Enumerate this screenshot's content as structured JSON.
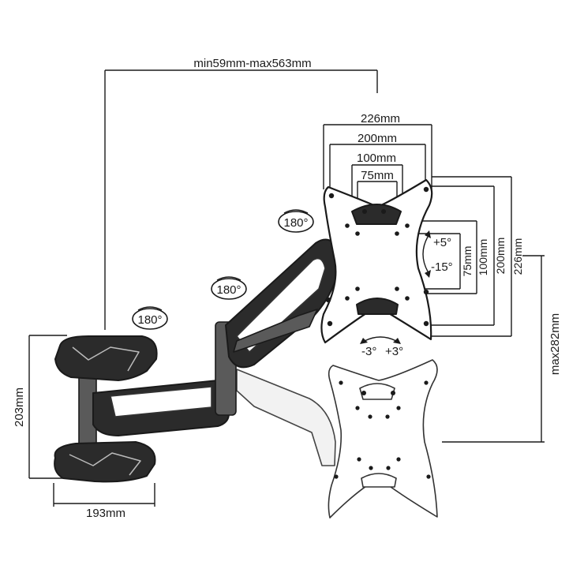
{
  "dimensions": {
    "arm_extension": "min59mm-max563mm",
    "plate_width_226": "226mm",
    "plate_width_200": "200mm",
    "plate_width_100": "100mm",
    "plate_width_75": "75mm",
    "plate_height_75": "75mm",
    "plate_height_100": "100mm",
    "plate_height_200": "200mm",
    "plate_height_226": "226mm",
    "max_height": "max282mm",
    "base_height": "203mm",
    "base_width": "193mm"
  },
  "rotation": {
    "top": "180°",
    "middle": "180°",
    "bottom": "180°"
  },
  "tilt": {
    "up": "+5°",
    "down": "-15°"
  },
  "swivel": {
    "left": "-3°",
    "right": "+3°"
  }
}
